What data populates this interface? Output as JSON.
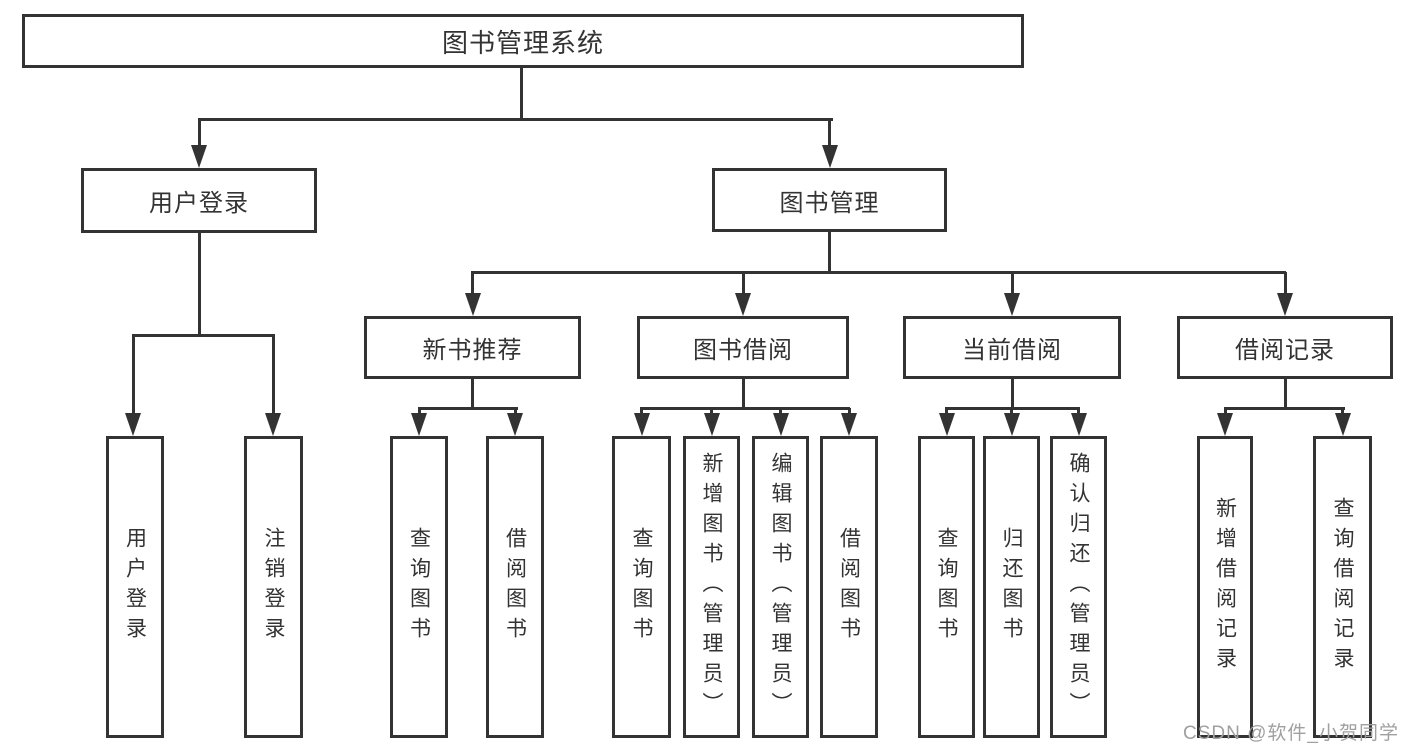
{
  "diagram": {
    "root": {
      "label": "图书管理系统"
    },
    "level2": [
      {
        "label": "用户登录"
      },
      {
        "label": "图书管理"
      }
    ],
    "level3": [
      {
        "label": "新书推荐"
      },
      {
        "label": "图书借阅"
      },
      {
        "label": "当前借阅"
      },
      {
        "label": "借阅记录"
      }
    ],
    "leaves": {
      "login": [
        "用户登录",
        "注销登录"
      ],
      "newbook": [
        "查询图书",
        "借阅图书"
      ],
      "borrow": [
        "查询图书",
        "新增图书（管理员）",
        "编辑图书（管理员）",
        "借阅图书"
      ],
      "current": [
        "查询图书",
        "归还图书",
        "确认归还（管理员）"
      ],
      "records": [
        "新增借阅记录",
        "查询借阅记录"
      ]
    }
  },
  "watermark": "CSDN @软件_小贺同学",
  "colors": {
    "line": "#333333",
    "text": "#333333",
    "box_fill": "#ffffff",
    "watermark": "#a0a0a0",
    "background": "#ffffff"
  }
}
